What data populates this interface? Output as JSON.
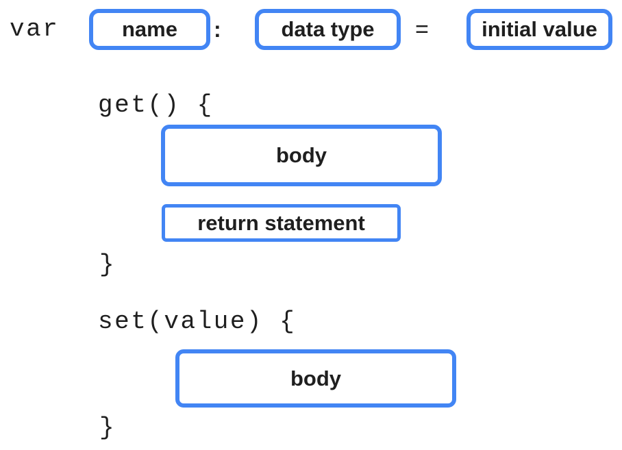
{
  "colors": {
    "accent": "#4285F4",
    "text": "#1f1f1f",
    "background": "#ffffff"
  },
  "declaration": {
    "keyword": "var",
    "colon": ":",
    "equals": "=",
    "slots": {
      "name": "name",
      "data_type": "data type",
      "initial_value": "initial value"
    }
  },
  "getter": {
    "open": "get() {",
    "body_label": "body",
    "return_label": "return statement",
    "close": "}"
  },
  "setter": {
    "open": "set(value) {",
    "body_label": "body",
    "close": "}"
  }
}
